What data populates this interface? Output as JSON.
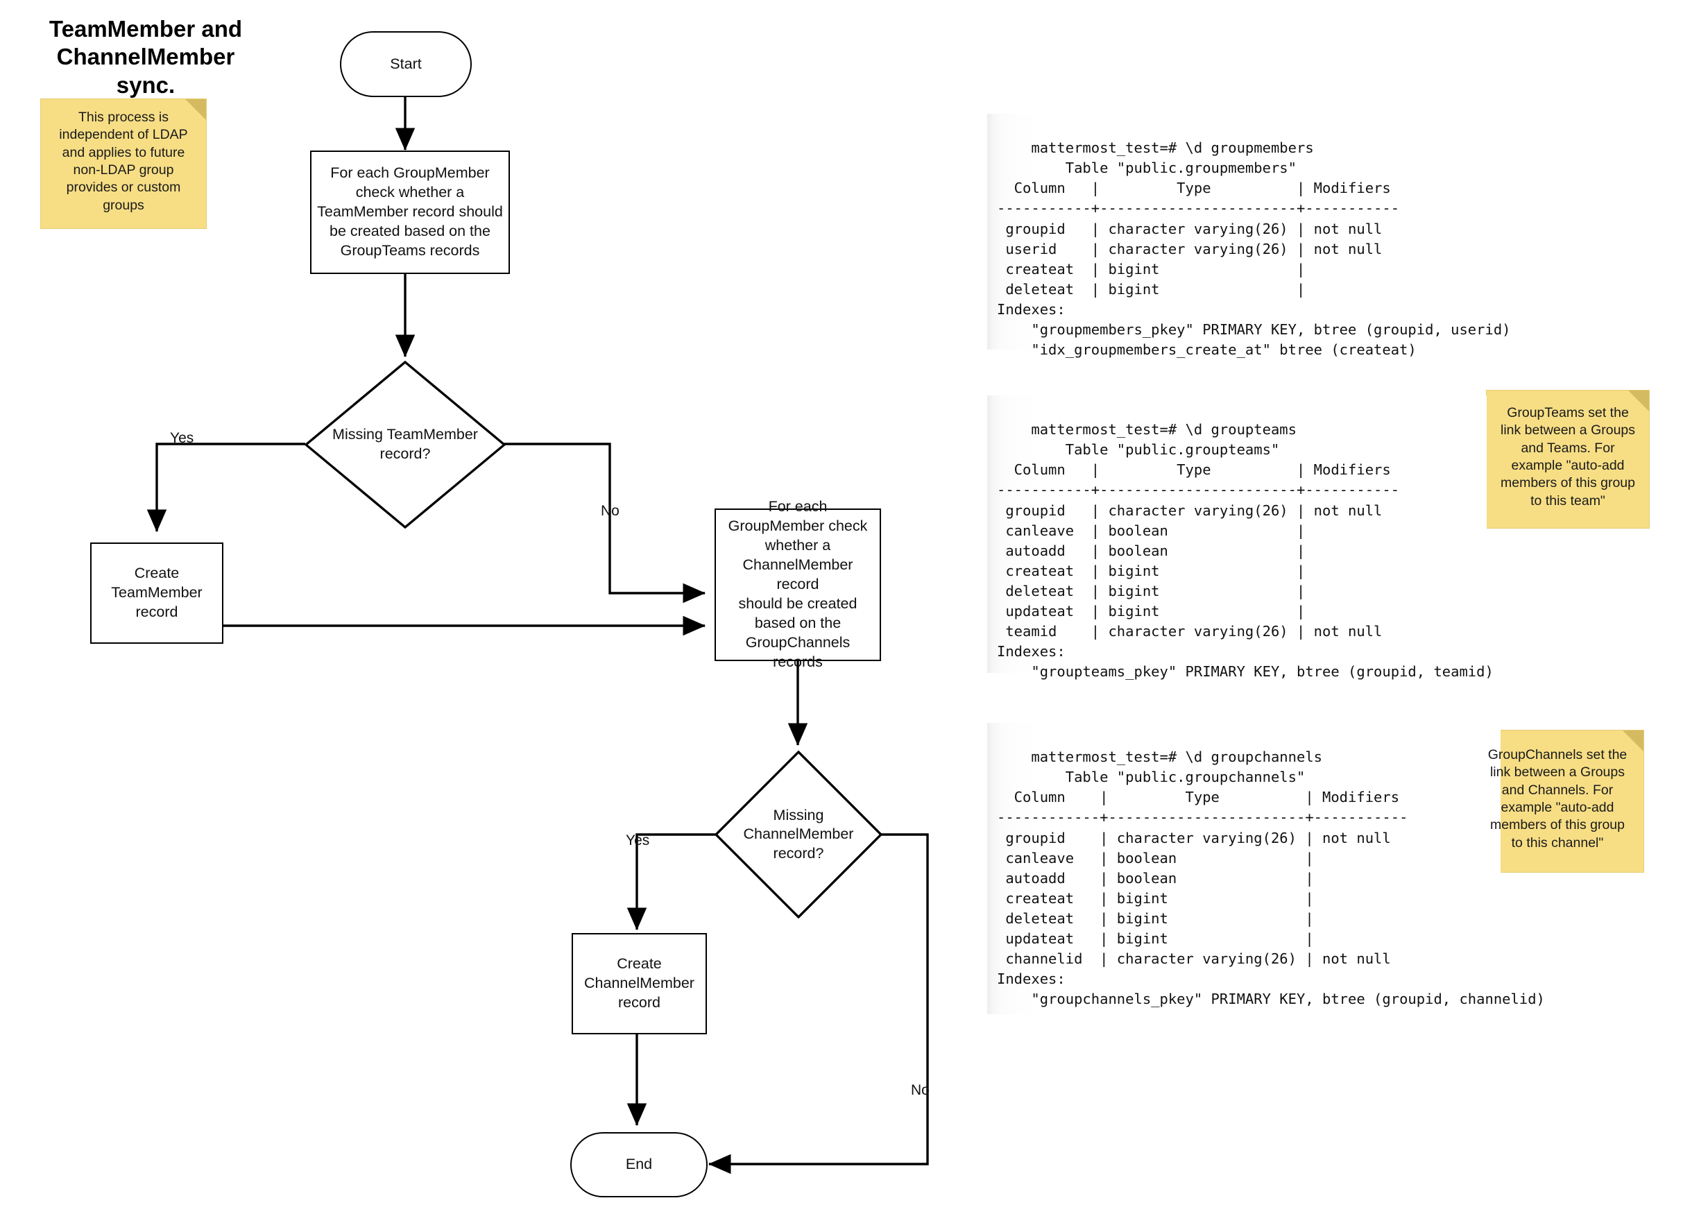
{
  "diagram": {
    "title": "TeamMember and\nChannelMember sync.",
    "nodes": {
      "start": "Start",
      "for_each_groupmember_team": "For each GroupMember\ncheck whether a\nTeamMember record should\nbe created based on the\nGroupTeams records",
      "missing_teammember": "Missing TeamMember\nrecord?",
      "create_teammember": "Create\nTeamMember\nrecord",
      "for_each_groupmember_channel": "For each\nGroupMember check\nwhether a\nChannelMember record\nshould be created\nbased on the\nGroupChannels\nrecords",
      "missing_channelmember": "Missing\nChannelMember\nrecord?",
      "create_channelmember": "Create\nChannelMember\nrecord",
      "end": "End"
    },
    "edge_labels": {
      "teammember_yes": "Yes",
      "teammember_no": "No",
      "channelmember_yes": "Yes",
      "channelmember_no": "No"
    },
    "notes": {
      "ldap_note": "This process is\nindependent of LDAP\nand applies to future\nnon-LDAP group\nprovides or custom\ngroups",
      "groupteams_note": "GroupTeams set the\nlink between a Groups\nand Teams. For\nexample \"auto-add\nmembers of this group\nto this team\"",
      "groupchannels_note": "GroupChannels set the\nlink between a Groups\nand Channels. For\nexample \"auto-add\nmembers of this group\nto this channel\""
    },
    "colors": {
      "sticky_fill": "#F7DE85",
      "sticky_fold": "#D4BB61",
      "node_stroke": "#000000",
      "node_fill": "#FFFFFF"
    }
  },
  "terminals": {
    "groupmembers": {
      "prompt": "mattermost_test=# \\d groupmembers",
      "body": "mattermost_test=# \\d groupmembers\n        Table \"public.groupmembers\"\n  Column   |         Type          | Modifiers\n-----------+-----------------------+-----------\n groupid   | character varying(26) | not null\n userid    | character varying(26) | not null\n createat  | bigint                |\n deleteat  | bigint                |\nIndexes:\n    \"groupmembers_pkey\" PRIMARY KEY, btree (groupid, userid)\n    \"idx_groupmembers_create_at\" btree (createat)"
    },
    "groupteams": {
      "prompt": "mattermost_test=# \\d groupteams",
      "body": "mattermost_test=# \\d groupteams\n        Table \"public.groupteams\"\n  Column   |         Type          | Modifiers\n-----------+-----------------------+-----------\n groupid   | character varying(26) | not null\n canleave  | boolean               |\n autoadd   | boolean               |\n createat  | bigint                |\n deleteat  | bigint                |\n updateat  | bigint                |\n teamid    | character varying(26) | not null\nIndexes:\n    \"groupteams_pkey\" PRIMARY KEY, btree (groupid, teamid)"
    },
    "groupchannels": {
      "prompt": "mattermost_test=# \\d groupchannels",
      "body": "mattermost_test=# \\d groupchannels\n        Table \"public.groupchannels\"\n  Column    |         Type          | Modifiers\n------------+-----------------------+-----------\n groupid    | character varying(26) | not null\n canleave   | boolean               |\n autoadd    | boolean               |\n createat   | bigint                |\n deleteat   | bigint                |\n updateat   | bigint                |\n channelid  | character varying(26) | not null\nIndexes:\n    \"groupchannels_pkey\" PRIMARY KEY, btree (groupid, channelid)"
    }
  }
}
